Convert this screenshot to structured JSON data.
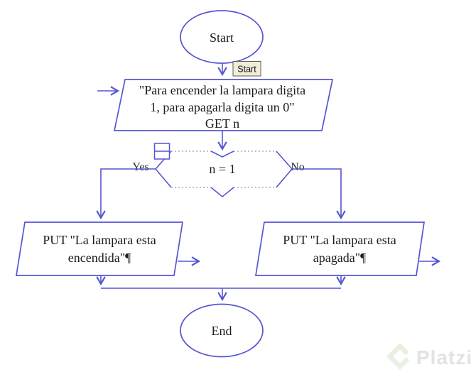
{
  "diagram": {
    "type": "flowchart",
    "colors": {
      "flow_line": "#5555d4",
      "dashed_border": "#9a9aa8",
      "node_text": "#1c1c1c",
      "tooltip_bg": "#f0edda",
      "tooltip_border": "#5f5f52",
      "watermark_logo": "#e8f0e4",
      "watermark_text": "#e3e3e3"
    },
    "nodes": {
      "start": {
        "label": "Start"
      },
      "start_tooltip": {
        "label": "Start"
      },
      "input": {
        "lines": {
          "0": "\"Para encender la lampara digita",
          "1": "1, para apagarla digita un 0\"",
          "2": "GET n"
        }
      },
      "decision": {
        "label": "n = 1",
        "yes_label": "Yes",
        "no_label": "No"
      },
      "output_yes": {
        "lines": {
          "0": "PUT \"La lampara esta",
          "1": "encendida\"¶"
        }
      },
      "output_no": {
        "lines": {
          "0": "PUT \"La lampara esta",
          "1": "apagada\"¶"
        }
      },
      "end": {
        "label": "End"
      }
    },
    "watermark": {
      "text": "Platzi"
    }
  }
}
